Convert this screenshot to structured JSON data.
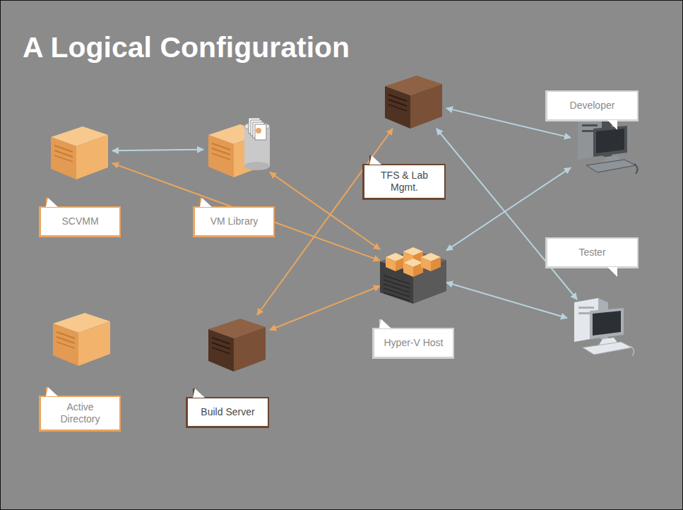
{
  "diagram": {
    "title": "A Logical Configuration",
    "nodes": [
      {
        "text": [
          "SCVMM"
        ]
      },
      {
        "text": [
          "VM Library"
        ]
      },
      {
        "text": [
          "TFS & Lab Mgmt."
        ]
      },
      {
        "text": [
          "Developer"
        ]
      },
      {
        "text": [
          "Tester"
        ]
      },
      {
        "text": [
          "Hyper-V Host"
        ]
      },
      {
        "text": [
          "Active Directory"
        ]
      },
      {
        "text": [
          "Build Server"
        ]
      }
    ],
    "edges": [
      {
        "from": 0,
        "to": 1,
        "arrow": "both"
      },
      {
        "from": 0,
        "to": 5,
        "arrow": "both"
      },
      {
        "from": 1,
        "to": 5,
        "arrow": "both"
      },
      {
        "from": 2,
        "to": 7,
        "arrow": "both"
      },
      {
        "from": 7,
        "to": 5,
        "arrow": "both"
      },
      {
        "from": 3,
        "to": 2,
        "arrow": "both"
      },
      {
        "from": 3,
        "to": 5,
        "arrow": "both"
      },
      {
        "from": 4,
        "to": 2,
        "arrow": "both"
      },
      {
        "from": 4,
        "to": 5,
        "arrow": "both"
      }
    ]
  }
}
